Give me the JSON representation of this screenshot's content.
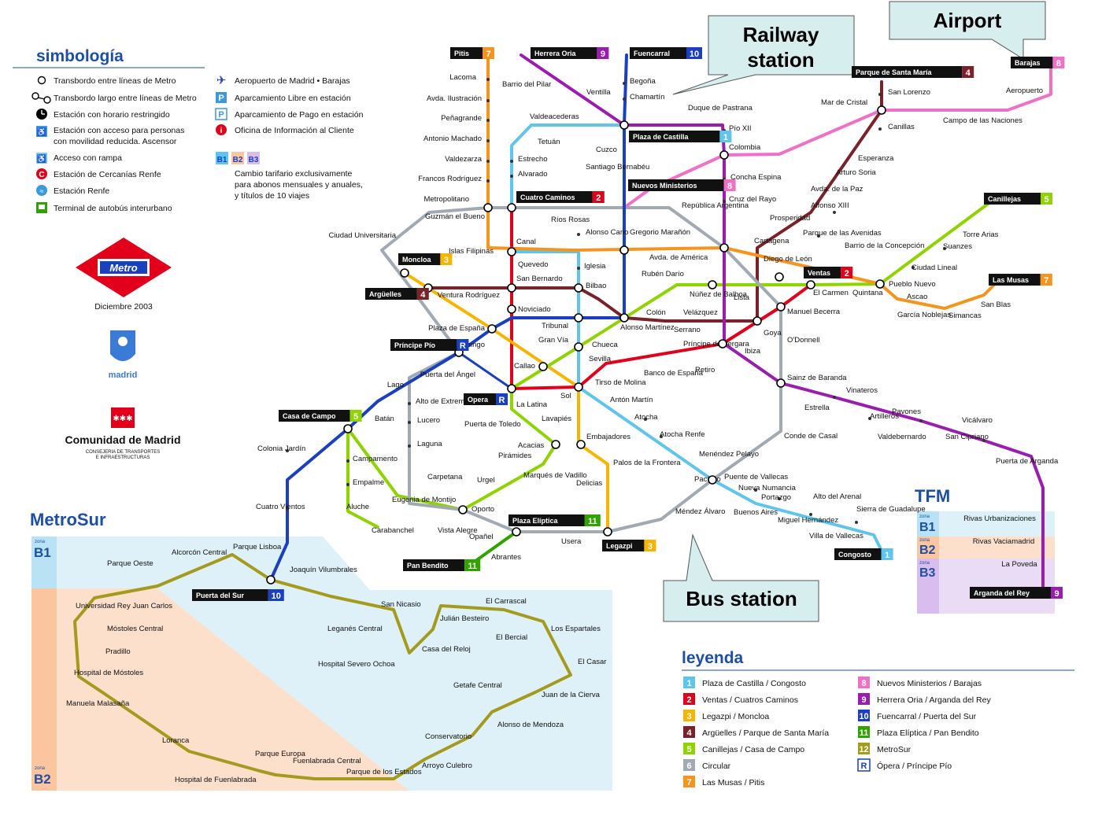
{
  "simbologia": {
    "title": "simbología",
    "items_left": [
      "Transbordo entre líneas de Metro",
      "Transbordo largo entre líneas de Metro",
      "Estación con horario restringido",
      "Estación con acceso para personas",
      "con movilidad reducida. Ascensor",
      "Acceso con rampa",
      "Estación de Cercanías Renfe",
      "Estación Renfe",
      "Terminal de autobús interurbano"
    ],
    "items_right": [
      "Aeropuerto de Madrid • Barajas",
      "Aparcamiento Libre en estación",
      "Aparcamiento de Pago en estación",
      "Oficina de Información al Cliente"
    ],
    "zone_tags": [
      "B1",
      "B2",
      "B3"
    ],
    "zone_note": [
      "Cambio tarifario exclusivamente",
      "para abonos mensuales y anuales,",
      "y títulos de 10 viajes"
    ]
  },
  "logos": {
    "metro": "Metro",
    "date": "Diciembre 2003",
    "madrid": "madrid",
    "comunidad": "Comunidad de Madrid",
    "consejeria": [
      "CONSEJERIA DE TRANSPORTES",
      "E INFRAESTRUCTURAS"
    ]
  },
  "callouts": {
    "railway": [
      "Railway",
      "station"
    ],
    "airport": "Airport",
    "bus": "Bus station"
  },
  "metrosur_title": "MetroSur",
  "tfm_title": "TFM",
  "zone_label": "zona",
  "tfm_stations": [
    "Rivas Urbanizaciones",
    "Rivas Vaciamadrid",
    "La Poveda",
    "Arganda del Rey"
  ],
  "terminals": {
    "pitis": "Pitis",
    "herrera_oria": "Herrera Oria",
    "fuencarral": "Fuencarral",
    "parque_santa_maria": "Parque de Santa María",
    "barajas": "Barajas",
    "plaza_castilla": "Plaza de Castilla",
    "nuevos_ministerios": "Nuevos Ministerios",
    "cuatro_caminos": "Cuatro Caminos",
    "moncloa": "Moncloa",
    "arguelles": "Argüelles",
    "principe_pio": "Príncipe Pío",
    "opera": "Opera",
    "casa_de_campo": "Casa de Campo",
    "ventas": "Ventas",
    "canillejas": "Canillejas",
    "las_musas": "Las Musas",
    "plaza_eliptica": "Plaza Elíptica",
    "pan_bendito": "Pan Bendito",
    "legazpi": "Legazpi",
    "congosto": "Congosto",
    "puerta_del_sur": "Puerta del Sur",
    "arganda": "Arganda del Rey"
  },
  "stations": [
    "Lacoma",
    "Avda. Ilustración",
    "Peñagrande",
    "Antonio Machado",
    "Valdezarza",
    "Francos Rodríguez",
    "Metropolitano",
    "Guzmán el Bueno",
    "Ciudad Universitaria",
    "Islas Filipinas",
    "Quevedo",
    "San Bernardo",
    "Canal",
    "Ríos Rosas",
    "Alonso Cano",
    "Iglesia",
    "Bilbao",
    "Ventura Rodríguez",
    "Noviciado",
    "Tribunal",
    "Gran Vía",
    "Plaza de España",
    "Santo Domingo",
    "Callao",
    "Sol",
    "Puerta del Ángel",
    "Lago",
    "Batán",
    "Alto de Extremadura",
    "Lucero",
    "Laguna",
    "Carpetana",
    "Campamento",
    "Empalme",
    "Eugenia de Montijo",
    "Aluche",
    "Carabanchel",
    "Vista Alegre",
    "Oporto",
    "Opañel",
    "Urgel",
    "Marqués de Vadillo",
    "Pirámides",
    "Acacias",
    "Puerta de Toledo",
    "La Latina",
    "Lavapiés",
    "Embajadores",
    "Palos de la Frontera",
    "Delicias",
    "Usera",
    "Abrantes",
    "Tirso de Molina",
    "Antón Martín",
    "Atocha",
    "Atocha Renfe",
    "Menéndez Pelayo",
    "Pacífico",
    "Méndez Álvaro",
    "Puente de Vallecas",
    "Nueva Numancia",
    "Portazgo",
    "Buenos Aires",
    "Alto del Arenal",
    "Miguel Hernández",
    "Sierra de Guadalupe",
    "Villa de Vallecas",
    "Conde de Casal",
    "Sainz de Baranda",
    "Ibiza",
    "Retiro",
    "Banco de España",
    "Sevilla",
    "Chueca",
    "Alonso Martínez",
    "Colón",
    "Serrano",
    "Velázquez",
    "Príncipe de Vergara",
    "Goya",
    "Lista",
    "Núñez de Balboa",
    "Rubén Darío",
    "Avda. de América",
    "Gregorio Marañón",
    "República Argentina",
    "Cruz del Rayo",
    "Concha Espina",
    "Colombia",
    "Pío XII",
    "Duque de Pastrana",
    "Chamartín",
    "Begoña",
    "Valdeacederas",
    "Tetuán",
    "Estrecho",
    "Alvarado",
    "Cuzco",
    "Santiago Bernabéu",
    "Barrio del Pilar",
    "Ventilla",
    "Mar de Cristal",
    "San Lorenzo",
    "Canillas",
    "Campo de las Naciones",
    "Aeropuerto",
    "Esperanza",
    "Arturo Soria",
    "Avda. de la Paz",
    "Alfonso XIII",
    "Prosperidad",
    "Cartagena",
    "Diego de León",
    "Parque de las Avenidas",
    "Barrio de la Concepción",
    "Pueblo Nuevo",
    "Ciudad Lineal",
    "Suanzes",
    "Torre Arias",
    "El Carmen",
    "Quintana",
    "Manuel Becerra",
    "O'Donnell",
    "Ascao",
    "García Noblejas",
    "Simancas",
    "San Blas",
    "Estrella",
    "Vinateros",
    "Artilleros",
    "Pavones",
    "Valdebernardo",
    "Vicálvaro",
    "San Cipriano",
    "Puerta de Arganda",
    "Colonia Jardín",
    "Cuatro Vientos",
    "Joaquín Vilumbrales",
    "Parque Lisboa",
    "Alcorcón Central",
    "Parque Oeste",
    "Universidad Rey Juan Carlos",
    "Móstoles Central",
    "Pradillo",
    "Hospital de Móstoles",
    "Manuela Malasaña",
    "Loranca",
    "Hospital de Fuenlabrada",
    "Parque Europa",
    "Fuenlabrada Central",
    "Parque de los Estados",
    "Arroyo Culebro",
    "Conservatorio",
    "Alonso de Mendoza",
    "Getafe Central",
    "Juan de la Cierva",
    "El Casar",
    "Los Espartales",
    "El Bercial",
    "El Carrascal",
    "Julián Besteiro",
    "Casa del Reloj",
    "Hospital Severo Ochoa",
    "Leganés Central",
    "San Nicasio"
  ],
  "leyenda": {
    "title": "leyenda",
    "lines": [
      {
        "num": "1",
        "color": "#5ec5ee",
        "label": "Plaza de Castilla / Congosto"
      },
      {
        "num": "2",
        "color": "#e3001b",
        "label": "Ventas / Cuatros Caminos"
      },
      {
        "num": "3",
        "color": "#f7b500",
        "label": "Legazpi / Moncloa"
      },
      {
        "num": "4",
        "color": "#7a2229",
        "label": "Argüelles / Parque de Santa María"
      },
      {
        "num": "5",
        "color": "#8fd400",
        "label": "Canillejas / Casa de Campo"
      },
      {
        "num": "6",
        "color": "#a1aab3",
        "label": "Circular"
      },
      {
        "num": "7",
        "color": "#f7941d",
        "label": "Las Musas / Pitis"
      },
      {
        "num": "8",
        "color": "#f070c8",
        "label": "Nuevos Ministerios / Barajas"
      },
      {
        "num": "9",
        "color": "#9a1db0",
        "label": "Herrera Oria / Arganda del Rey"
      },
      {
        "num": "10",
        "color": "#1a3fbf",
        "label": "Fuencarral / Puerta del Sur"
      },
      {
        "num": "11",
        "color": "#2fa400",
        "label": "Plaza Elíptica / Pan Bendito"
      },
      {
        "num": "12",
        "color": "#a49a1e",
        "label": "MetroSur"
      },
      {
        "num": "R",
        "color": "#1a3fbf",
        "label": "Ópera / Príncipe Pío"
      }
    ]
  }
}
